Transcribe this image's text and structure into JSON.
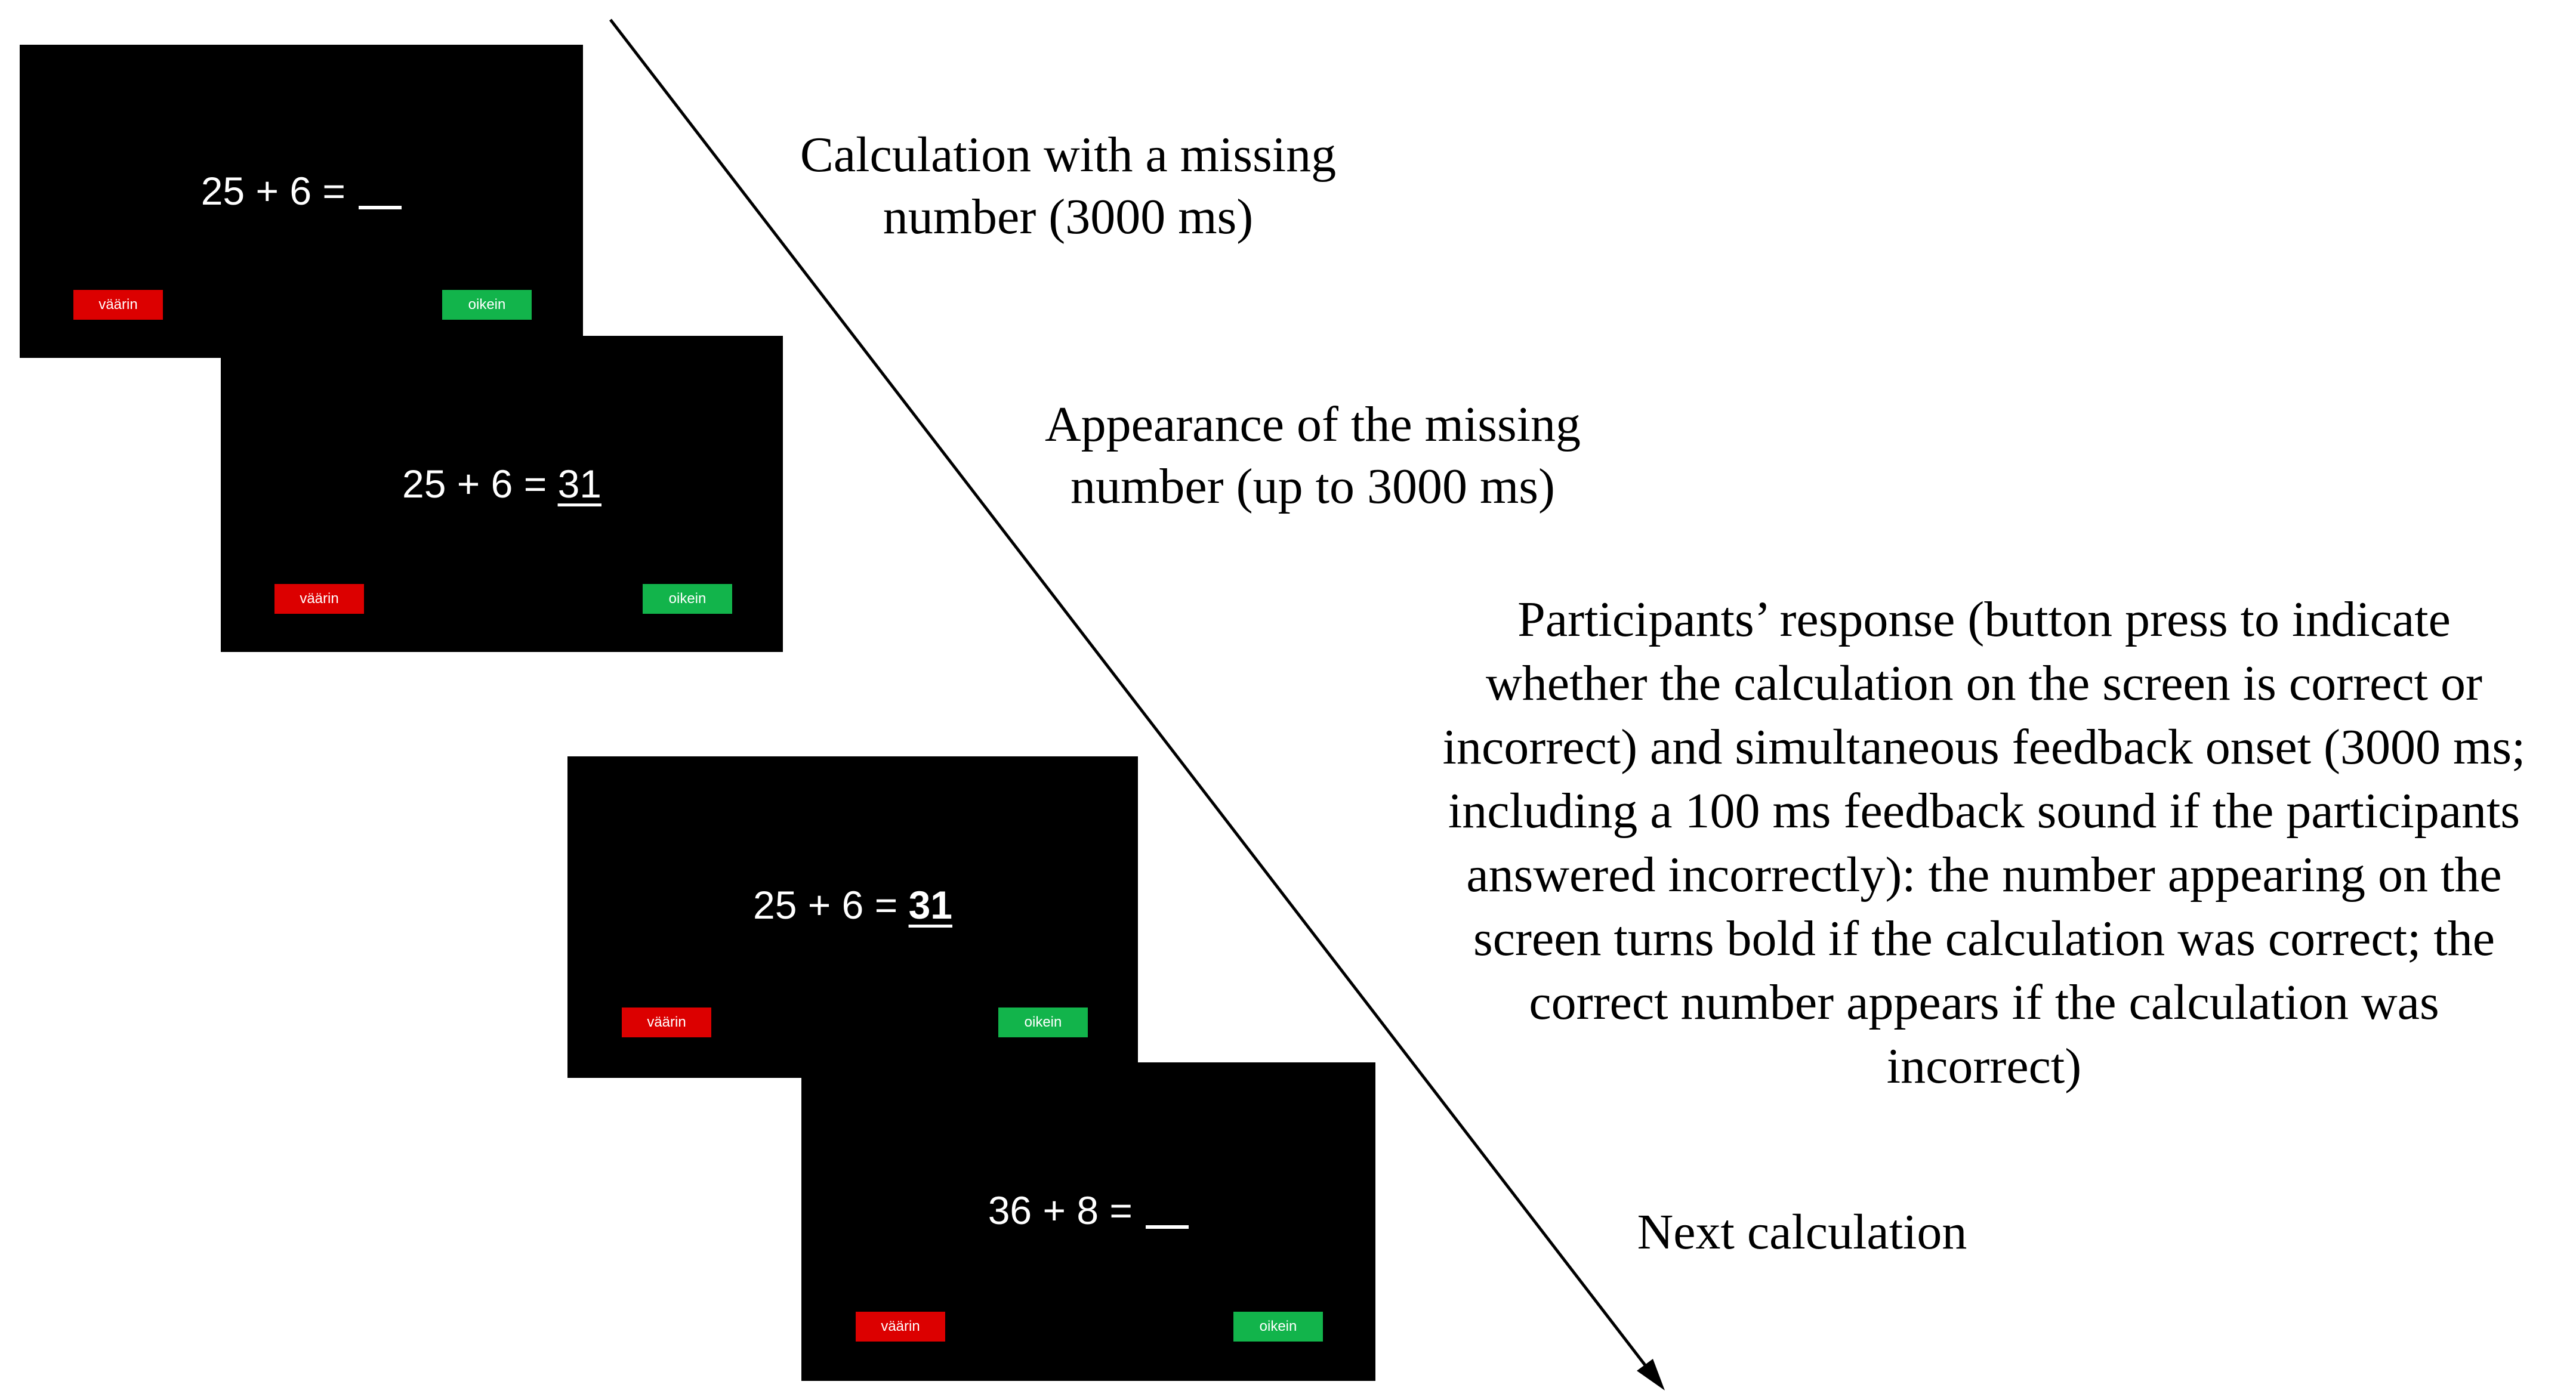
{
  "screens": [
    {
      "operand_a": "25",
      "operator": "+",
      "operand_b": "6",
      "equals": "=",
      "answer": "",
      "answer_state": "missing",
      "wrong_button": "väärin",
      "right_button": "oikein"
    },
    {
      "operand_a": "25",
      "operator": "+",
      "operand_b": "6",
      "equals": "=",
      "answer": "31",
      "answer_state": "shown",
      "wrong_button": "väärin",
      "right_button": "oikein"
    },
    {
      "operand_a": "25",
      "operator": "+",
      "operand_b": "6",
      "equals": "=",
      "answer": "31",
      "answer_state": "bold",
      "wrong_button": "väärin",
      "right_button": "oikein"
    },
    {
      "operand_a": "36",
      "operator": "+",
      "operand_b": "8",
      "equals": "=",
      "answer": "",
      "answer_state": "missing",
      "wrong_button": "väärin",
      "right_button": "oikein"
    }
  ],
  "steps": [
    {
      "lines": [
        "Calculation with a missing",
        "number (3000 ms)"
      ]
    },
    {
      "lines": [
        "Appearance of the missing",
        "number (up to 3000 ms)"
      ]
    },
    {
      "lines": [
        "Participants’ response (button press to indicate",
        "whether the calculation on the screen is correct or",
        "incorrect) and simultaneous feedback onset (3000 ms;",
        "including a 100 ms feedback sound if the participants",
        "answered incorrectly): the number appearing on the",
        "screen turns bold if the calculation was correct; the",
        "correct number appears if the calculation was",
        "incorrect)"
      ]
    },
    {
      "lines": [
        "Next calculation"
      ]
    }
  ],
  "colors": {
    "screen_background": "#000000",
    "wrong_button": "#dc0000",
    "right_button": "#12b44b",
    "text_on_screen": "#ffffff",
    "arrow": "#000000"
  },
  "icons": {
    "timeline": "diagonal-arrow-icon"
  }
}
